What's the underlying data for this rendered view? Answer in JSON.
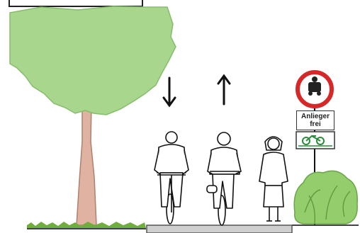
{
  "sign": {
    "line1": "Anlieger",
    "line2": "frei",
    "icon": "no-motor-vehicles-icon",
    "sub_icon": "green-bicycle-permit-icon"
  },
  "colors": {
    "tree_canopy": "#a7d68c",
    "tree_trunk": "#dfb2a2",
    "hedge": "#94cd6c",
    "grass": "#6fae3c",
    "sign_red": "#d62828",
    "sign_green": "#2d8a3a",
    "road_surface": "#cfcfcf"
  },
  "arrows": [
    "down",
    "up"
  ]
}
